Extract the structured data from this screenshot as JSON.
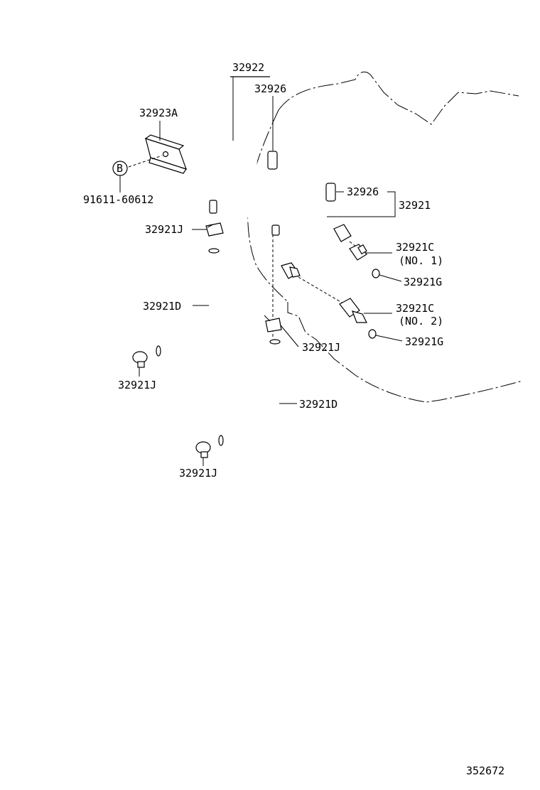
{
  "labels": {
    "p32922": "32922",
    "p32926_top": "32926",
    "p32923A": "32923A",
    "b_marker": "B",
    "p91611": "91611-60612",
    "p32926_right": "32926",
    "p32921": "32921",
    "p32921J_upper": "32921J",
    "p32921C_no1": "32921C",
    "no1": "(NO. 1)",
    "p32921G_upper": "32921G",
    "p32921D_left": "32921D",
    "p32921C_no2": "32921C",
    "no2": "(NO. 2)",
    "p32921G_lower": "32921G",
    "p32921J_mid": "32921J",
    "p32921J_left": "32921J",
    "p32921D_lower": "32921D",
    "p32921J_bottom": "32921J",
    "drawing_number": "352672"
  }
}
